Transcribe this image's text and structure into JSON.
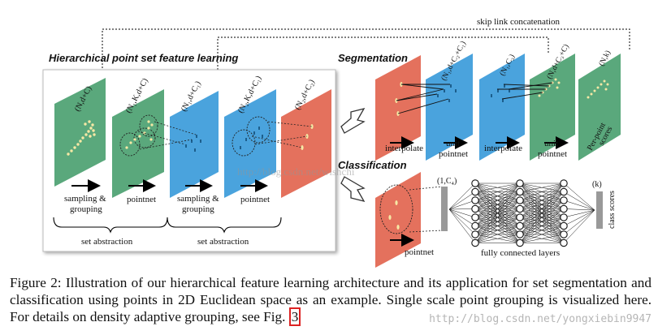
{
  "figure": {
    "titles": {
      "hierarchical": "Hierarchical point set feature learning",
      "segmentation": "Segmentation",
      "classification": "Classification",
      "skip_link": "skip link concatenation"
    },
    "plane_labels": {
      "p1": "(N,d+C)",
      "p2": "(N₁,K,d+C)",
      "p3": "(N₁,d+C₁)",
      "p4": "(N₂,K,d+C₁)",
      "p5": "(N₂,d+C₂)",
      "s1": "(N₁,d+C₂+C₁)",
      "s2": "(N₁,C₃)",
      "s3": "(N,d+C₃+C)",
      "s4": "(N,k)",
      "c_feat": "(1,C₄)",
      "c_out": "(k)"
    },
    "step_labels": {
      "sampling1": "sampling &",
      "grouping1": "grouping",
      "pointnet1": "pointnet",
      "sampling2": "sampling &",
      "grouping2": "grouping",
      "pointnet2": "pointnet",
      "set_abstraction1": "set abstraction",
      "set_abstraction2": "set abstraction",
      "interpolate1": "interpolate",
      "unit1": "unit",
      "unit_pointnet1": "pointnet",
      "interpolate2": "interpolate",
      "unit2": "unit",
      "unit_pointnet2": "pointnet",
      "per_point1": "Per-point",
      "per_point2": "scores",
      "cls_pointnet": "pointnet",
      "fully_connected": "fully connected layers",
      "class_scores": "class scores"
    },
    "watermark": "http://blog.csdn.net/wishchi",
    "colors": {
      "green": "#5aa87c",
      "blue": "#4aa3dd",
      "red": "#e4715d",
      "gray": "#999999",
      "point": "#f6e8a5"
    }
  },
  "caption": {
    "text": "Figure 2: Illustration of our hierarchical feature learning architecture and its application for set segmentation and classification using points in 2D Euclidean space as an example. Single scale point grouping is visualized here. For details on density adaptive grouping, see Fig. ",
    "ref": "3",
    "watermark": "http://blog.csdn.net/yongxiebin9947"
  }
}
